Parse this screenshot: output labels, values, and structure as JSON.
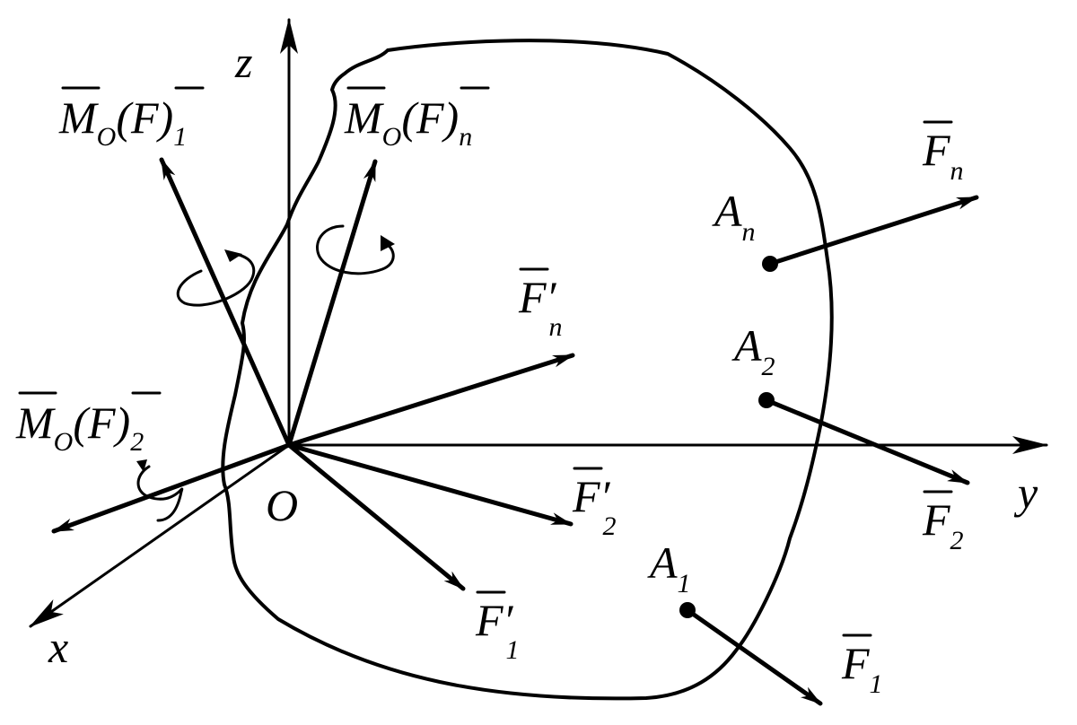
{
  "axes": {
    "x": "x",
    "y": "y",
    "z": "z",
    "origin": "O"
  },
  "points": [
    {
      "name": "A",
      "sub": "n"
    },
    {
      "name": "A",
      "sub": "2"
    },
    {
      "name": "A",
      "sub": "1"
    }
  ],
  "forces": {
    "Fn": {
      "base": "F",
      "sub": "n",
      "prime": ""
    },
    "F2": {
      "base": "F",
      "sub": "2",
      "prime": ""
    },
    "F1": {
      "base": "F",
      "sub": "1",
      "prime": ""
    },
    "Fn_prime": {
      "base": "F",
      "sub": "n",
      "prime": "′"
    },
    "F2_prime": {
      "base": "F",
      "sub": "2",
      "prime": "′"
    },
    "F1_prime": {
      "base": "F",
      "sub": "1",
      "prime": "′"
    }
  },
  "moments": {
    "m1": {
      "base": "M",
      "osub": "O",
      "paren_open": "(",
      "inner": "F",
      "paren_close": ")",
      "sub": "1"
    },
    "mn": {
      "base": "M",
      "osub": "O",
      "paren_open": "(",
      "inner": "F",
      "paren_close": ")",
      "sub": "n"
    },
    "m2": {
      "base": "M",
      "osub": "O",
      "paren_open": "(",
      "inner": "F",
      "paren_close": ")",
      "sub": "2"
    }
  }
}
